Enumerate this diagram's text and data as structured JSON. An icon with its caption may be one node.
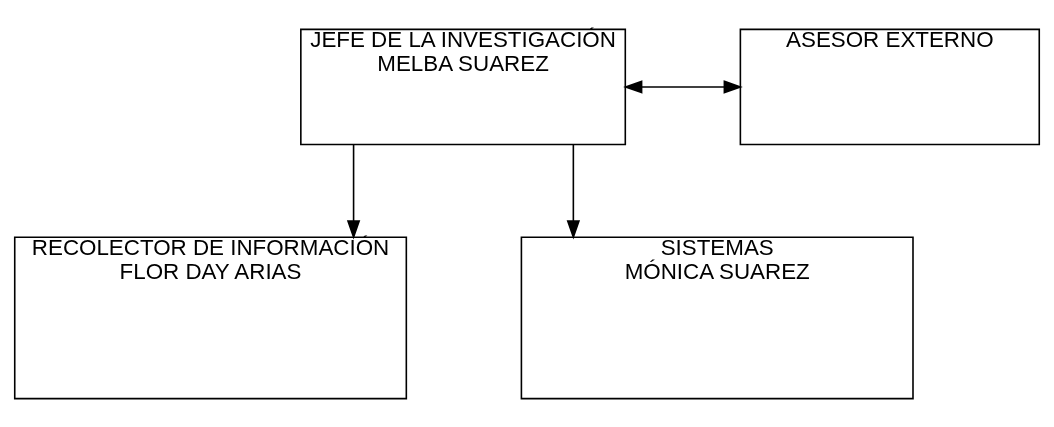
{
  "diagram": {
    "nodes": [
      {
        "text": [
          "JEFE DE LA INVESTIGACIÓN",
          "MELBA SUAREZ"
        ]
      },
      {
        "text": [
          "ASESOR EXTERNO"
        ]
      },
      {
        "text": [
          "RECOLECTOR DE INFORMACIÓN",
          "FLOR DAY ARIAS"
        ]
      },
      {
        "text": [
          "SISTEMAS",
          "MÓNICA SUAREZ"
        ]
      }
    ],
    "edges": [
      {
        "from": 0,
        "to": 1,
        "arrow": "both"
      },
      {
        "from": 0,
        "to": 2,
        "arrow": "to"
      },
      {
        "from": 0,
        "to": 3,
        "arrow": "to"
      }
    ]
  }
}
